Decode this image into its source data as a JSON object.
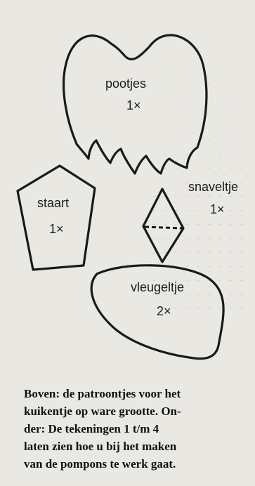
{
  "pieces": [
    {
      "name": "pootjes",
      "count": "1×"
    },
    {
      "name": "staart",
      "count": "1×"
    },
    {
      "name": "snaveltje",
      "count": "1×"
    },
    {
      "name": "vleugeltje",
      "count": "2×"
    }
  ],
  "caption": [
    "Boven: de patroontjes voor het",
    "kuikentje op ware grootte. On-",
    "der: De tekeningen 1 t/m 4",
    "laten zien hoe u bij het maken",
    "van de pompons te werk gaat."
  ]
}
